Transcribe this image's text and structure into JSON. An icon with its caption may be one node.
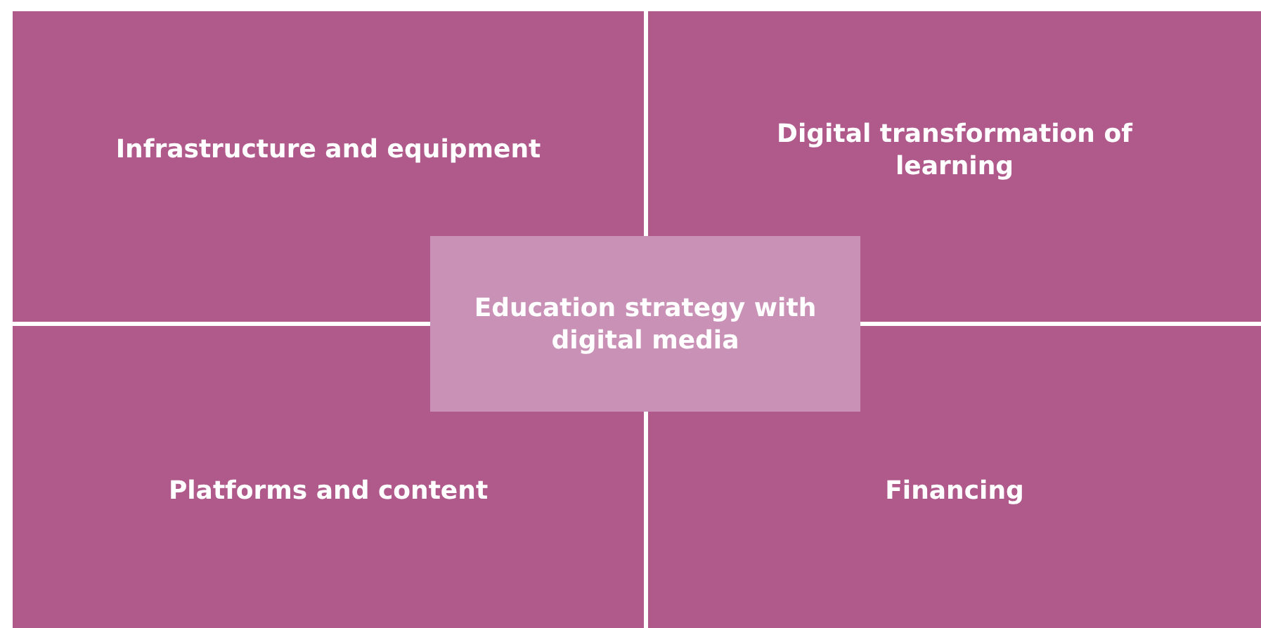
{
  "diagram": {
    "nodes": [
      {
        "text": [
          "Infrastructure and equipment"
        ]
      },
      {
        "text": [
          "Digital transformation of learning"
        ]
      },
      {
        "text": [
          "Education strategy with digital media"
        ]
      },
      {
        "text": [
          "Platforms and content"
        ]
      },
      {
        "text": [
          "Financing"
        ]
      }
    ],
    "edges": []
  }
}
